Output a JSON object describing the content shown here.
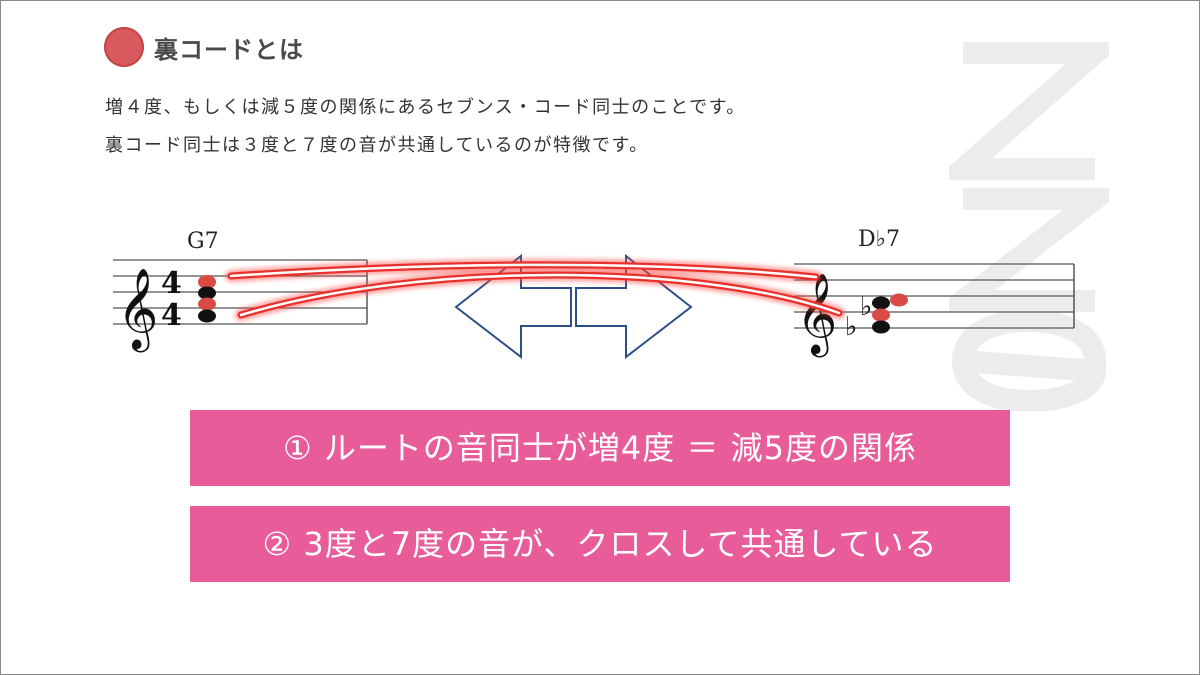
{
  "heading": {
    "title": "裏コードとは",
    "dot_color": "#d85a5e"
  },
  "description": {
    "line1": "増４度、もしくは減５度の関係にあるセブンス・コード同士のことです。",
    "line2": "裏コード同士は３度と７度の音が共通しているのが特徴です。"
  },
  "notation": {
    "left_chord": "G7",
    "right_chord": "D♭7",
    "time_signature": {
      "top": "4",
      "bottom": "4"
    },
    "highlight_color": "#e8312a",
    "note_highlight_color": "#d94a44",
    "arrow_color": "#2d4f86"
  },
  "logo": {
    "text": "ZZe",
    "color": "#ececec"
  },
  "banners": [
    {
      "text": "① ルートの音同士が増4度 ＝ 減5度の関係"
    },
    {
      "text": "② 3度と7度の音が、クロスして共通している"
    }
  ],
  "colors": {
    "banner_bg": "#e85c99",
    "banner_text": "#ffffff"
  }
}
